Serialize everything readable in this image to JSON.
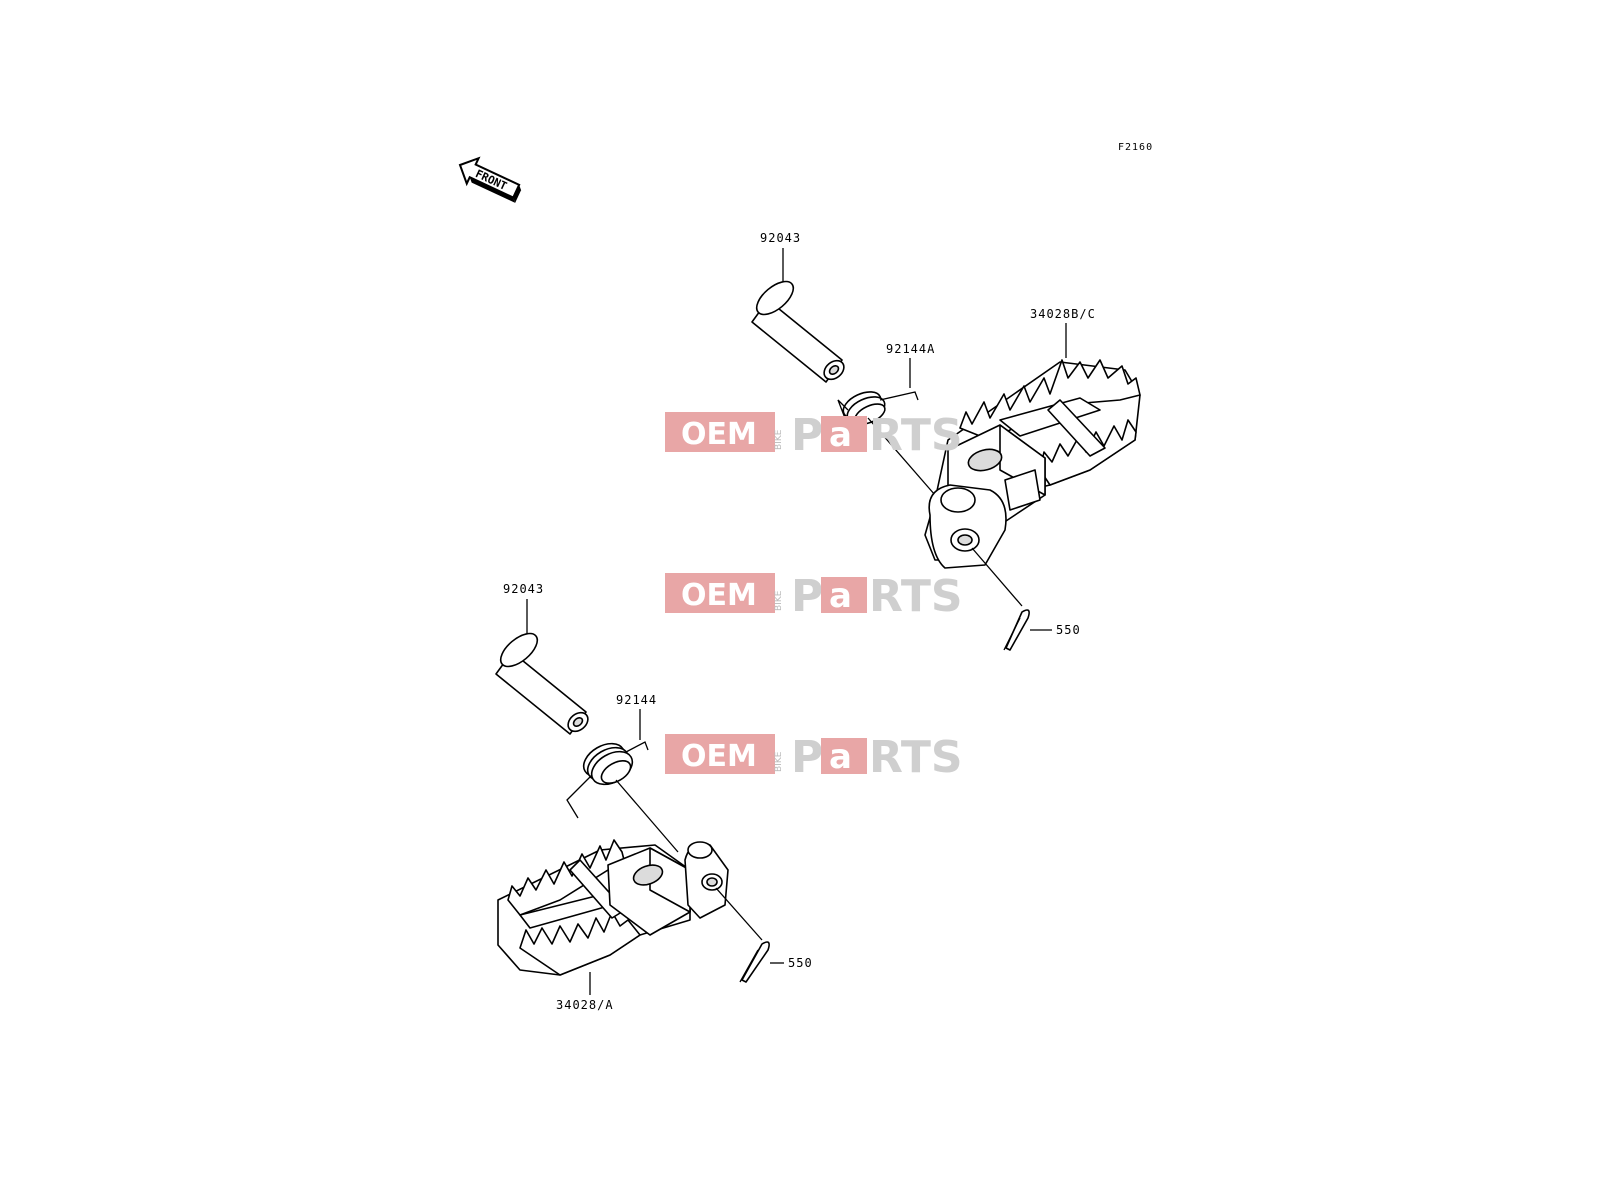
{
  "diagram": {
    "code": "F2160",
    "front_label": "FRONT",
    "parts": {
      "pin_upper": "92043",
      "spring_upper": "92144A",
      "footpeg_upper": "34028B/C",
      "cotter_upper": "550",
      "pin_lower": "92043",
      "spring_lower": "92144",
      "footpeg_lower": "34028/A",
      "cotter_lower": "550"
    }
  },
  "watermark": {
    "oem": "OEM",
    "bike": "BIKE",
    "p": "P",
    "a": "a",
    "rts": "RTS",
    "red_color": "#e8a6a6"
  }
}
